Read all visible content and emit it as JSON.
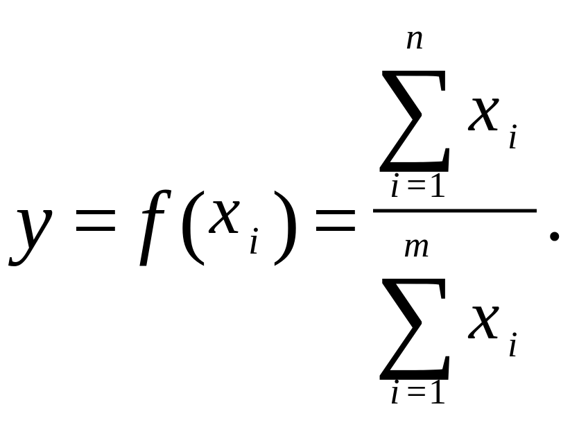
{
  "formula": {
    "lhs": {
      "y": "y",
      "eq1": "=",
      "f": "f",
      "lparen": "(",
      "x": "x",
      "sub": "i",
      "rparen": ")",
      "eq2": "="
    },
    "numerator": {
      "upper": "n",
      "sigma": "∑",
      "x": "x",
      "sub": "i",
      "lower_var": "i",
      "lower_eq": "=",
      "lower_val": "1"
    },
    "denominator": {
      "upper": "m",
      "sigma": "∑",
      "x": "x",
      "sub": "i",
      "lower_var": "i",
      "lower_eq": "=",
      "lower_val": "1"
    },
    "period": "."
  }
}
